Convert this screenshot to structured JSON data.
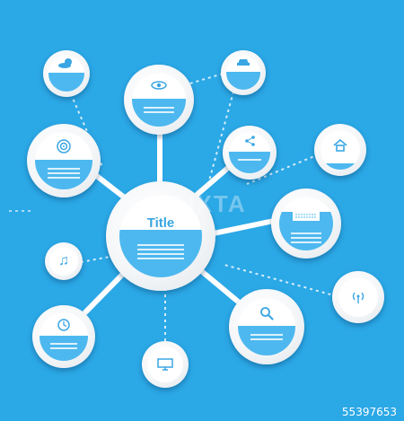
{
  "diagram": {
    "center_title": "Title",
    "background_color": "#2ba8e6",
    "accent_color": "#4db8ef",
    "nodes": [
      {
        "id": "cloud-sun",
        "icon": "cloud-sun-icon"
      },
      {
        "id": "eye",
        "icon": "eye-icon"
      },
      {
        "id": "car",
        "icon": "car-icon"
      },
      {
        "id": "target",
        "icon": "target-icon"
      },
      {
        "id": "share",
        "icon": "share-icon"
      },
      {
        "id": "home",
        "icon": "home-icon"
      },
      {
        "id": "keyboard",
        "icon": "keyboard-icon"
      },
      {
        "id": "music",
        "icon": "music-icon"
      },
      {
        "id": "signal",
        "icon": "wifi-signal-icon"
      },
      {
        "id": "clock",
        "icon": "clock-icon"
      },
      {
        "id": "monitor",
        "icon": "monitor-icon"
      },
      {
        "id": "search",
        "icon": "search-icon"
      }
    ]
  },
  "watermark": {
    "text": "PIXTA"
  },
  "footer": {
    "stock_id": "55397653"
  }
}
